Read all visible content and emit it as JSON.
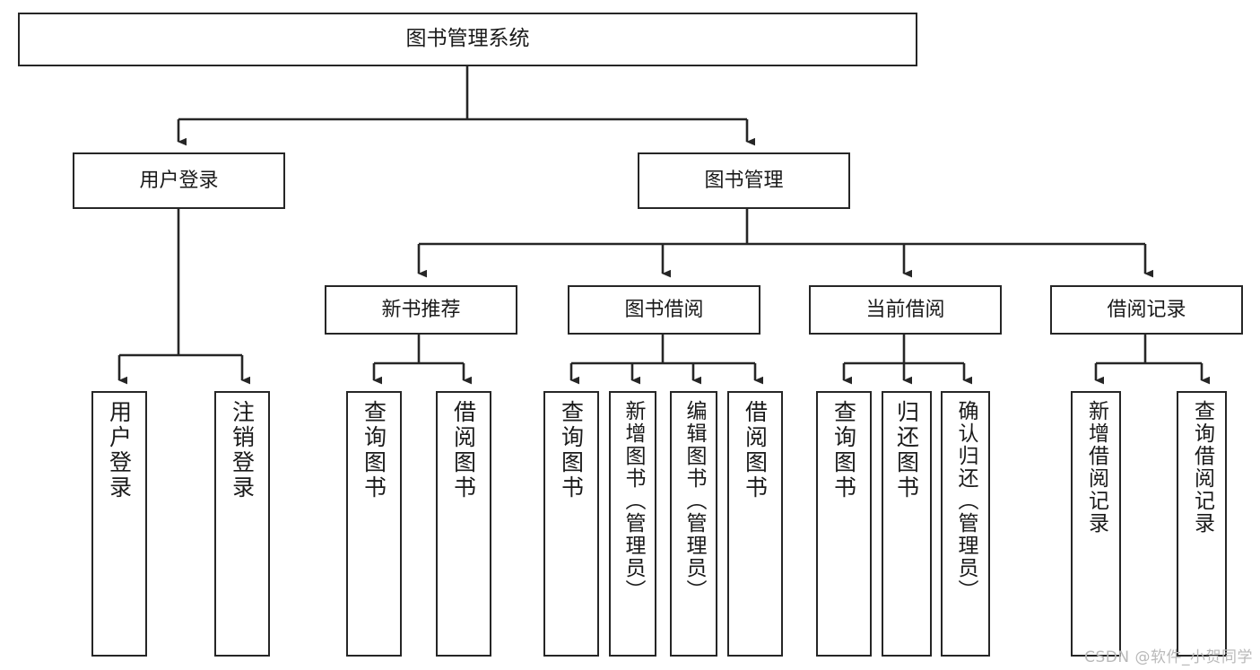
{
  "diagram": {
    "title": "图书管理系统",
    "type": "tree",
    "theme": {
      "box_border": "#262626",
      "box_fill": "#ffffff",
      "line": "#262626",
      "text": "#1a1a1a",
      "watermark": "#b9b9b9"
    },
    "levels": {
      "level1": [
        {
          "id": "root",
          "label": "图书管理系统"
        }
      ],
      "level2": [
        {
          "id": "user-login",
          "label": "用户登录"
        },
        {
          "id": "book-manage",
          "label": "图书管理"
        }
      ],
      "level3": [
        {
          "id": "new-book-rec",
          "label": "新书推荐"
        },
        {
          "id": "book-borrow",
          "label": "图书借阅"
        },
        {
          "id": "current-borrow",
          "label": "当前借阅"
        },
        {
          "id": "borrow-record",
          "label": "借阅记录"
        }
      ],
      "level4": [
        {
          "id": "leaf-user-login",
          "label": "用户登录",
          "parent": "user-login"
        },
        {
          "id": "leaf-user-logout",
          "label": "注销登录",
          "parent": "user-login"
        },
        {
          "id": "leaf-query-book-1",
          "label": "查询图书",
          "parent": "new-book-rec"
        },
        {
          "id": "leaf-borrow-book-1",
          "label": "借阅图书",
          "parent": "new-book-rec"
        },
        {
          "id": "leaf-query-book-2",
          "label": "查询图书",
          "parent": "book-borrow"
        },
        {
          "id": "leaf-add-book",
          "label": "新增图书（管理员）",
          "parent": "book-borrow"
        },
        {
          "id": "leaf-edit-book",
          "label": "编辑图书（管理员）",
          "parent": "book-borrow"
        },
        {
          "id": "leaf-borrow-book-2",
          "label": "借阅图书",
          "parent": "book-borrow"
        },
        {
          "id": "leaf-query-book-3",
          "label": "查询图书",
          "parent": "current-borrow"
        },
        {
          "id": "leaf-return-book",
          "label": "归还图书",
          "parent": "current-borrow"
        },
        {
          "id": "leaf-confirm-return",
          "label": "确认归还（管理员）",
          "parent": "current-borrow"
        },
        {
          "id": "leaf-add-record",
          "label": "新增借阅记录",
          "parent": "borrow-record"
        },
        {
          "id": "leaf-query-record",
          "label": "查询借阅记录",
          "parent": "borrow-record"
        }
      ]
    }
  },
  "watermark": {
    "text": "CSDN @软件_小贺同学"
  }
}
